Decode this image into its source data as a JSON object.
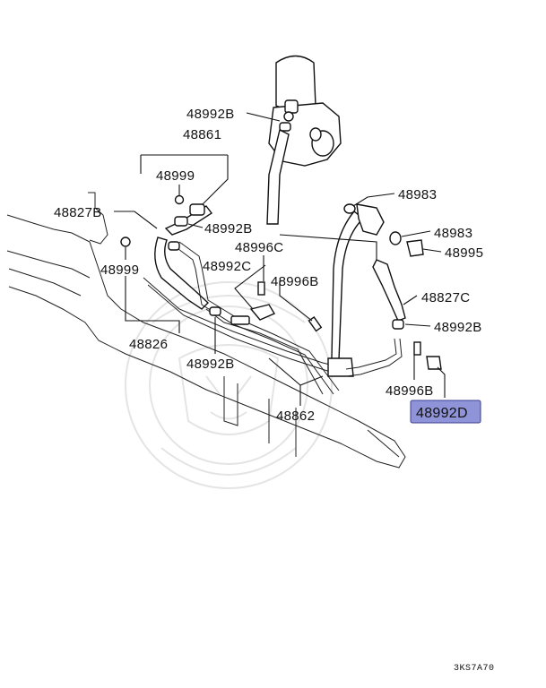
{
  "figure": {
    "reference_code": "3KS7A70",
    "highlight_color": "#8f93d8",
    "highlighted_part": "48992D"
  },
  "callouts": [
    {
      "id": "c1",
      "text": "48992B"
    },
    {
      "id": "c2",
      "text": "48861"
    },
    {
      "id": "c3",
      "text": "48999"
    },
    {
      "id": "c4",
      "text": "48827B"
    },
    {
      "id": "c5",
      "text": "48992B"
    },
    {
      "id": "c6",
      "text": "48999"
    },
    {
      "id": "c7",
      "text": "48996C"
    },
    {
      "id": "c8",
      "text": "48992C"
    },
    {
      "id": "c9",
      "text": "48996B"
    },
    {
      "id": "c10",
      "text": "48826"
    },
    {
      "id": "c11",
      "text": "48992B"
    },
    {
      "id": "c12",
      "text": "48862"
    },
    {
      "id": "c13",
      "text": "48983"
    },
    {
      "id": "c14",
      "text": "48983"
    },
    {
      "id": "c15",
      "text": "48995"
    },
    {
      "id": "c16",
      "text": "48827C"
    },
    {
      "id": "c17",
      "text": "48992B"
    },
    {
      "id": "c18",
      "text": "48996B"
    },
    {
      "id": "c19",
      "text": "48992D"
    }
  ]
}
